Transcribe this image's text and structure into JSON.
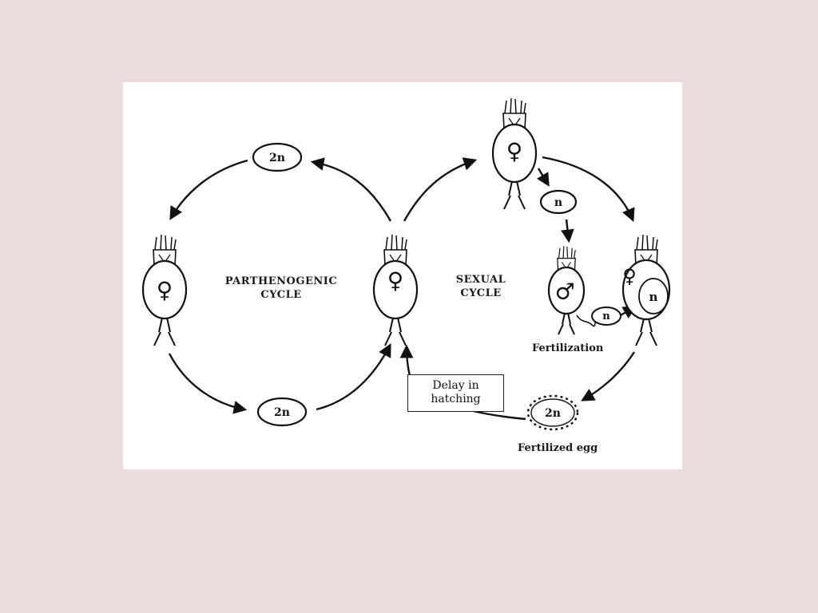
{
  "colors": {
    "background": "#ecdcdc",
    "figure": "#ffffff",
    "ink": "#111111"
  },
  "diagram": {
    "parthenogenic_label": "PARTHENOGENIC\nCYCLE",
    "sexual_label": "SEXUAL\nCYCLE",
    "delay_label": "Delay in\nhatching",
    "fertilization_label": "Fertilization",
    "fertilized_egg_label": "Fertilized egg",
    "egg_top": "2n",
    "egg_bottom": "2n",
    "egg_fertilized": "2n",
    "haploid_egg": "n",
    "sperm": "n",
    "female_egg": "n",
    "female_symbol": "♀",
    "male_symbol": "♂"
  }
}
